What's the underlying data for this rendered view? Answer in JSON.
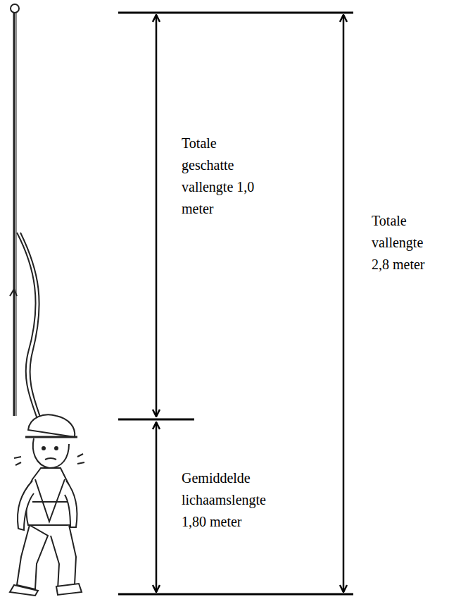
{
  "diagram": {
    "labels": [
      "Totale geschatte vallengte 1,0 meter",
      "Gemiddelde lichaamslengte 1,80 meter",
      "Totale vallengte 2,8 meter"
    ]
  }
}
